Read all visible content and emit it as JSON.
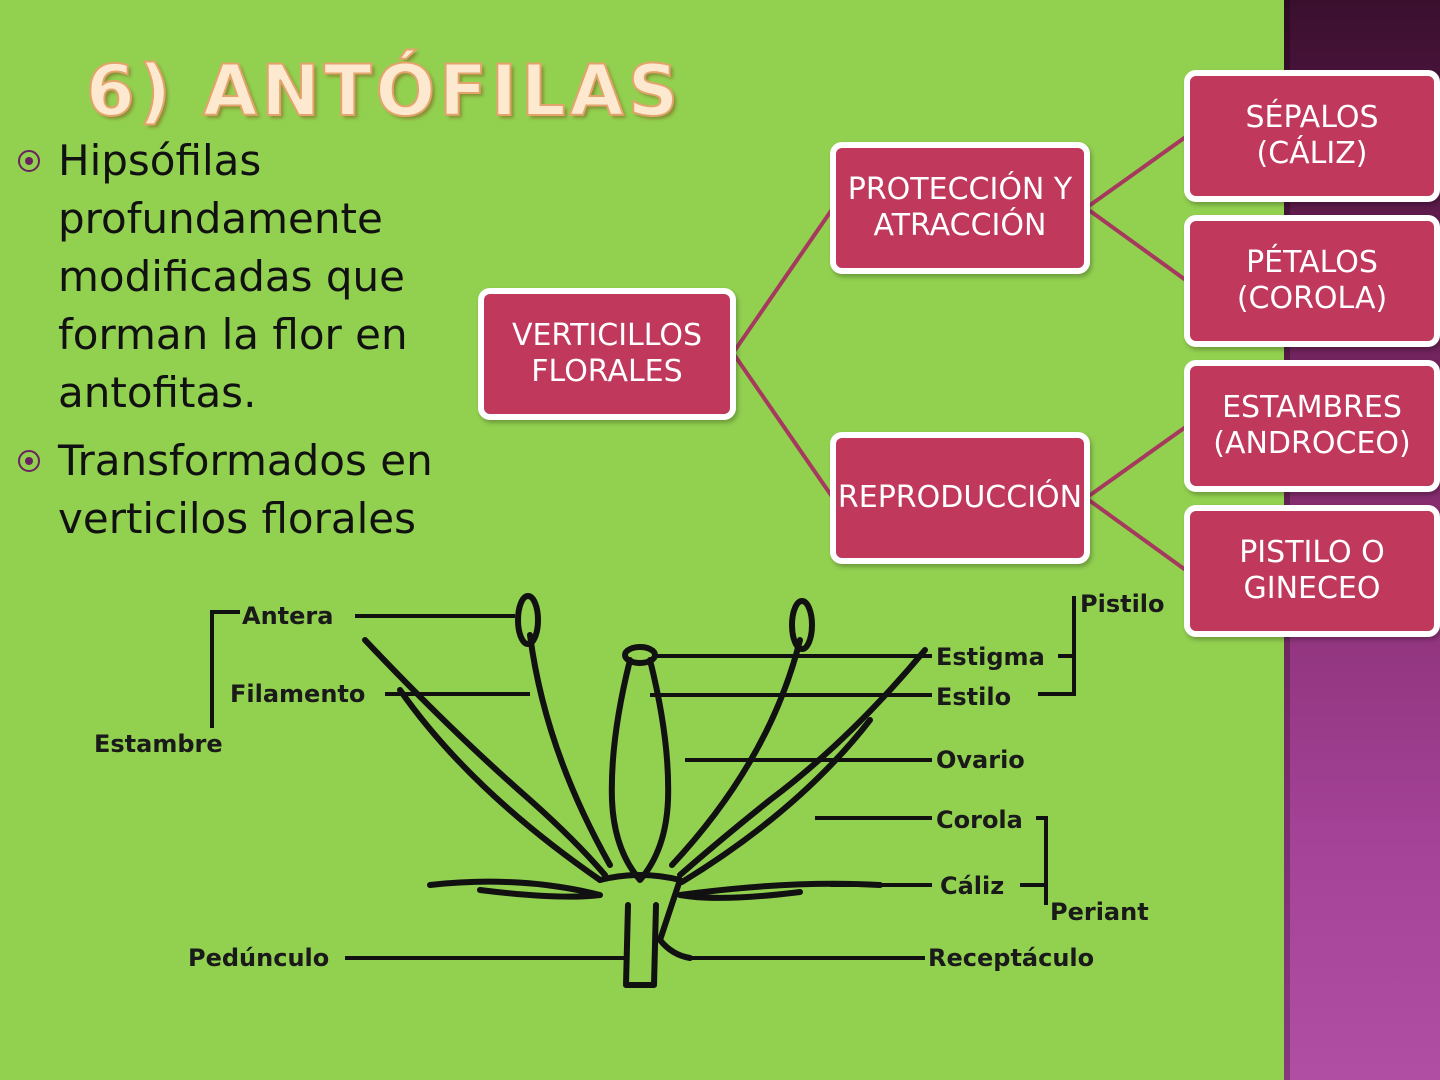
{
  "slide": {
    "title": "6) ANTÓFILAS",
    "bullets": [
      "Hipsófilas profundamente modificadas que forman la flor en antofitas.",
      "Transformados en verticilos florales"
    ]
  },
  "tree": {
    "root": "VERTICILLOS FLORALES",
    "branches": [
      {
        "label": "PROTECCIÓN Y ATRACCIÓN",
        "children": [
          "SÉPALOS (CÁLIZ)",
          "PÉTALOS (COROLA)"
        ]
      },
      {
        "label": "REPRODUCCIÓN",
        "children": [
          "ESTAMBRES (ANDROCEO)",
          "PISTILO O GINECEO"
        ]
      }
    ]
  },
  "flower_labels": {
    "antera": "Antera",
    "filamento": "Filamento",
    "estambre": "Estambre",
    "pistilo": "Pistilo",
    "estigma": "Estigma",
    "estilo": "Estilo",
    "ovario": "Ovario",
    "corola": "Corola",
    "caliz": "Cáliz",
    "periant": "Periant",
    "pedunculo": "Pedúnculo",
    "receptaculo": "Receptáculo"
  },
  "colors": {
    "background": "#92d050",
    "node": "#c0395d",
    "connector": "#a63a5e",
    "title": "#fde9d0"
  }
}
